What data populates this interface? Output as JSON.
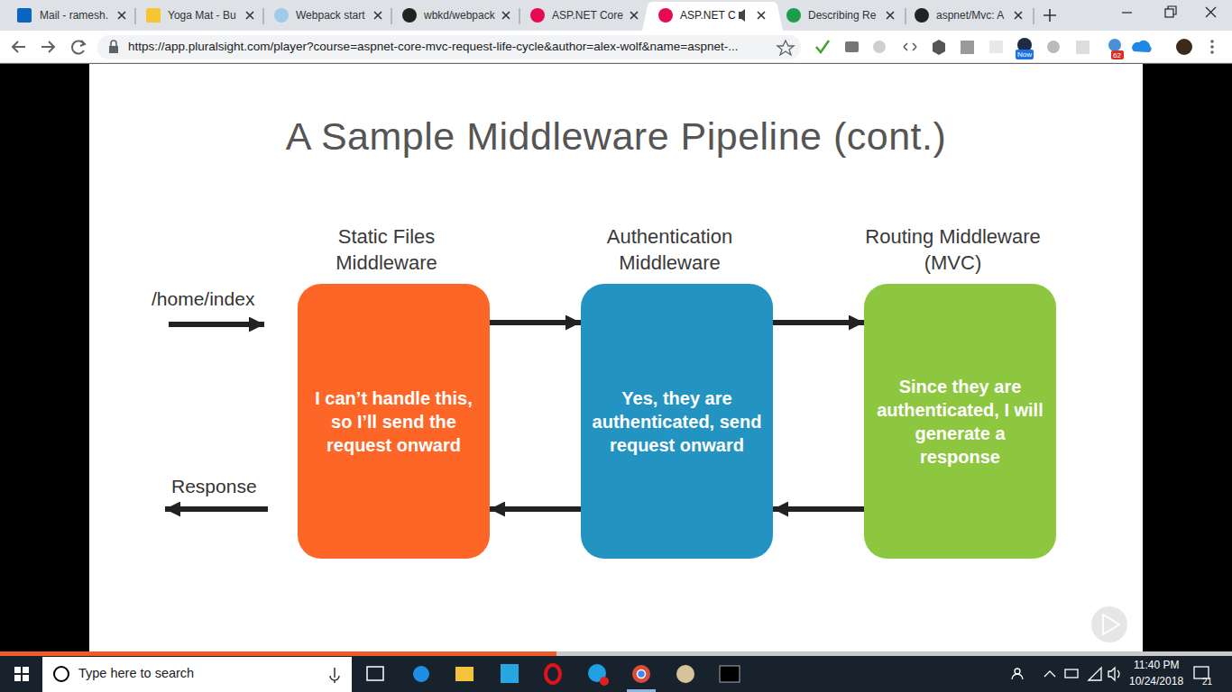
{
  "diagram": {
    "title": "A Sample Middleware Pipeline (cont.)",
    "nodes": [
      {
        "text": [
          "Static Files Middleware",
          "I can’t handle this, so I’ll send the request onward"
        ]
      },
      {
        "text": [
          "Authentication Middleware",
          "Yes, they are authenticated, send request onward"
        ]
      },
      {
        "text": [
          "Routing Middleware (MVC)",
          "Since they are authenticated, I will generate a response"
        ]
      }
    ],
    "edges": [
      {
        "from": 0,
        "to": 1,
        "arrow": "to"
      },
      {
        "from": 1,
        "to": 2,
        "arrow": "to"
      },
      {
        "from": 2,
        "to": 1,
        "arrow": "to"
      },
      {
        "from": 1,
        "to": 0,
        "arrow": "to"
      }
    ],
    "labels": [
      "Mail - ramesh.",
      "Yoga Mat - Bu",
      "Webpack start",
      "wbkd/webpack",
      "ASP.NET Core",
      "ASP.NET C",
      "Describing Re",
      "aspnet/Mvc: A",
      "https://app.pluralsight.com/player?course=aspnet-core-mvc-request-life-cycle&author=alex-wolf&name=aspnet-...",
      "Now",
      "62",
      "/home/index",
      "Response",
      "Type here to search",
      "11:40 PM",
      "10/24/2018",
      "21"
    ]
  }
}
